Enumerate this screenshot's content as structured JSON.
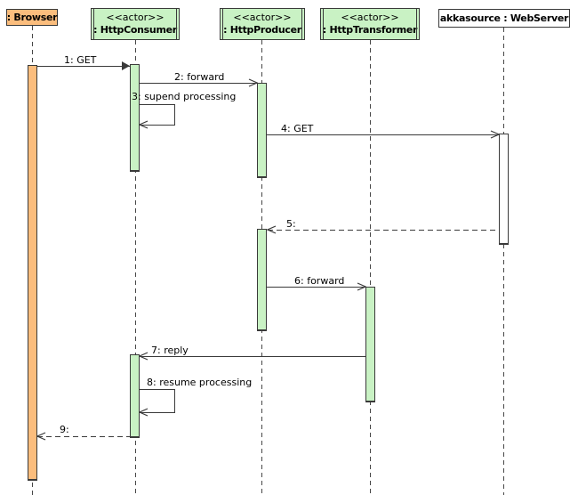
{
  "diagram": {
    "type": "uml-sequence-diagram",
    "participants": [
      {
        "name": ": Browser",
        "kind": "object",
        "fill": "#FBBD7D"
      },
      {
        "stereotype": "<<actor>>",
        "name": ": HttpConsumer",
        "kind": "actor",
        "fill": "#C9F2C4"
      },
      {
        "stereotype": "<<actor>>",
        "name": ": HttpProducer",
        "kind": "actor",
        "fill": "#C9F2C4"
      },
      {
        "stereotype": "<<actor>>",
        "name": ": HttpTransformer",
        "kind": "actor",
        "fill": "#C9F2C4"
      },
      {
        "name": "akkasource : WebServer",
        "kind": "object",
        "fill": "#FFFFFF"
      }
    ],
    "messages": [
      {
        "label": "1: GET",
        "from": ": Browser",
        "to": ": HttpConsumer",
        "line": "solid",
        "arrowhead": "filled"
      },
      {
        "label": "2: forward",
        "from": ": HttpConsumer",
        "to": ": HttpProducer",
        "line": "solid",
        "arrowhead": "open"
      },
      {
        "label": "3: supend processing",
        "from": ": HttpConsumer",
        "to": ": HttpConsumer",
        "line": "solid",
        "arrowhead": "open",
        "self": true
      },
      {
        "label": "4: GET",
        "from": ": HttpProducer",
        "to": "akkasource : WebServer",
        "line": "solid",
        "arrowhead": "open"
      },
      {
        "label": "5:",
        "from": "akkasource : WebServer",
        "to": ": HttpProducer",
        "line": "dashed",
        "arrowhead": "open"
      },
      {
        "label": "6: forward",
        "from": ": HttpProducer",
        "to": ": HttpTransformer",
        "line": "solid",
        "arrowhead": "open"
      },
      {
        "label": "7: reply",
        "from": ": HttpTransformer",
        "to": ": HttpConsumer",
        "line": "solid",
        "arrowhead": "open"
      },
      {
        "label": "8: resume processing",
        "from": ": HttpConsumer",
        "to": ": HttpConsumer",
        "line": "solid",
        "arrowhead": "open",
        "self": true
      },
      {
        "label": "9:",
        "from": ": HttpConsumer",
        "to": ": Browser",
        "line": "dashed",
        "arrowhead": "open"
      }
    ],
    "colors": {
      "actor_fill": "#C9F2C4",
      "browser_fill": "#FBBD7D",
      "webserver_fill": "#FFFFFF",
      "border": "#3A3A3A",
      "background": "#FFFFFF"
    }
  }
}
